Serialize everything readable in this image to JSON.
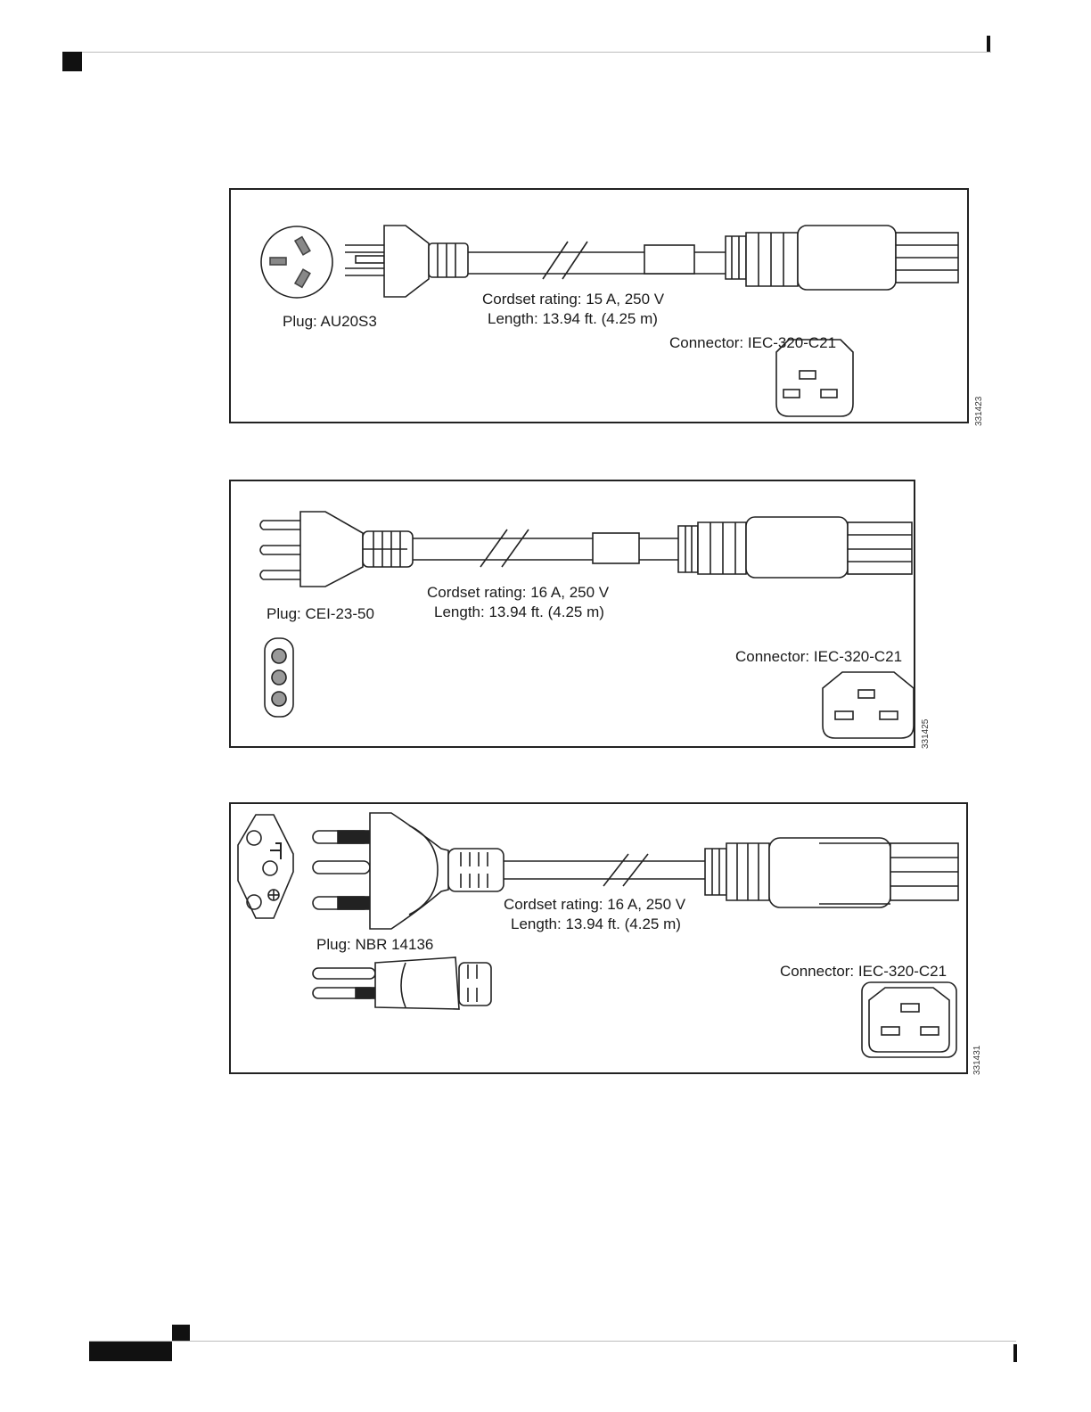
{
  "figures": [
    {
      "plug_label": "Plug: AU20S3",
      "rating": "Cordset rating: 15 A, 250 V",
      "length": "Length: 13.94 ft. (4.25 m)",
      "connector_label": "Connector: IEC-320-C21",
      "figure_id": "331423"
    },
    {
      "plug_label": "Plug: CEI-23-50",
      "rating": "Cordset rating: 16 A, 250 V",
      "length": "Length: 13.94 ft. (4.25 m)",
      "connector_label": "Connector: IEC-320-C21",
      "figure_id": "331425"
    },
    {
      "plug_label": "Plug: NBR 14136",
      "rating": "Cordset rating: 16 A, 250 V",
      "length": "Length: 13.94 ft. (4.25 m)",
      "connector_label": "Connector: IEC-320-C21",
      "figure_id": "331431"
    }
  ]
}
